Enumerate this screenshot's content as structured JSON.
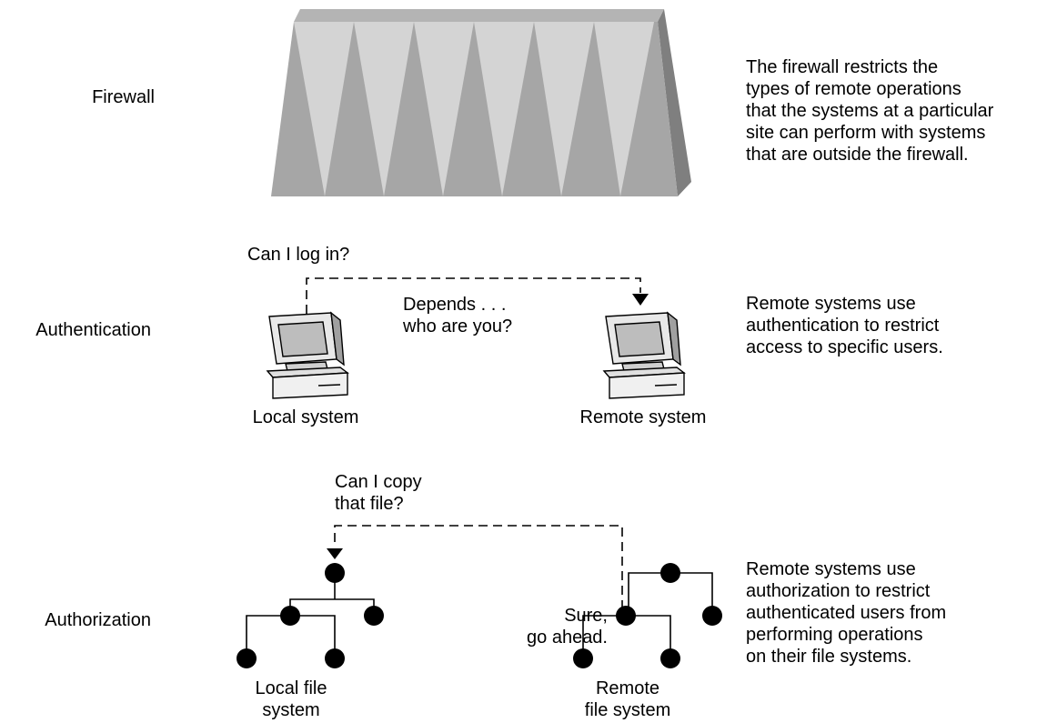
{
  "rows": {
    "firewall": {
      "label": "Firewall",
      "description": "The firewall restricts the\ntypes of remote operations\nthat the systems at a particular\nsite can perform with systems\nthat are outside the firewall."
    },
    "authentication": {
      "label": "Authentication",
      "question": "Can I log in?",
      "reply": "Depends . . .\nwho are you?",
      "local_label": "Local system",
      "remote_label": "Remote system",
      "description": "Remote systems use\nauthentication to restrict\naccess to specific users."
    },
    "authorization": {
      "label": "Authorization",
      "question": "Can I copy\nthat file?",
      "reply": "Sure,\ngo ahead.",
      "local_label": "Local file\nsystem",
      "remote_label": "Remote\nfile system",
      "description": "Remote systems use\nauthorization to restrict\nauthenticated users from\nperforming operations\non their file systems."
    }
  },
  "colors": {
    "wall_light": "#d4d4d4",
    "wall_mid": "#a6a6a6",
    "wall_dark": "#7f7f7f",
    "monitor_screen": "#bdbdbd",
    "node": "#000000"
  }
}
